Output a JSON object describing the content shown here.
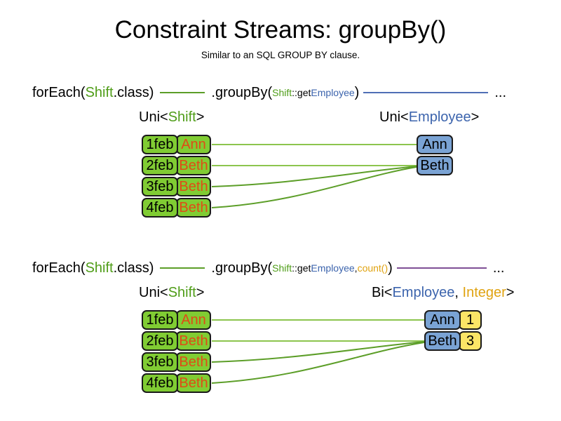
{
  "header": {
    "title": "Constraint Streams: groupBy()",
    "subtitle": "Similar to an SQL GROUP BY clause."
  },
  "colors": {
    "shift_green": "#80cc33",
    "employee_blue": "#7aa3d4",
    "integer_yellow": "#fbe566",
    "name_orange": "#e04b16",
    "text_green": "#4f9d18",
    "text_blue": "#3c64ad",
    "text_gold": "#e0a311",
    "link_green": "#5c9e28",
    "link_blue": "#4f6fb5",
    "link_purple": "#7f4f96"
  },
  "sections": [
    {
      "id": "groupby-single",
      "code": {
        "for_each": "forEach(",
        "for_each_type": "Shift",
        "for_each_suffix": ".class)",
        "group_by": ".groupBy(",
        "arg_class": "Shift",
        "arg_method": "::get",
        "arg_property": "Employee",
        "group_by_close": ")",
        "ellipsis": "..."
      },
      "left_type_label": {
        "prefix": "Uni<",
        "generic": "Shift",
        "suffix": ">"
      },
      "right_type_label": {
        "prefix": "Uni<",
        "generic": "Employee",
        "suffix": ">"
      },
      "shifts": [
        {
          "date": "1feb",
          "employee": "Ann"
        },
        {
          "date": "2feb",
          "employee": "Beth"
        },
        {
          "date": "3feb",
          "employee": "Beth"
        },
        {
          "date": "4feb",
          "employee": "Beth"
        }
      ],
      "groups": [
        {
          "employee": "Ann"
        },
        {
          "employee": "Beth"
        }
      ]
    },
    {
      "id": "groupby-count",
      "code": {
        "for_each": "forEach(",
        "for_each_type": "Shift",
        "for_each_suffix": ".class)",
        "group_by": ".groupBy(",
        "arg_class": "Shift",
        "arg_method": "::get",
        "arg_property": "Employee",
        "arg_separator": ", ",
        "arg_collector": "count()",
        "group_by_close": ")",
        "ellipsis": "..."
      },
      "left_type_label": {
        "prefix": "Uni<",
        "generic": "Shift",
        "suffix": ">"
      },
      "right_type_label": {
        "prefix": "Bi<",
        "generic": "Employee",
        "separator": ", ",
        "generic2": "Integer",
        "suffix": ">"
      },
      "shifts": [
        {
          "date": "1feb",
          "employee": "Ann"
        },
        {
          "date": "2feb",
          "employee": "Beth"
        },
        {
          "date": "3feb",
          "employee": "Beth"
        },
        {
          "date": "4feb",
          "employee": "Beth"
        }
      ],
      "groups": [
        {
          "employee": "Ann",
          "count": "1"
        },
        {
          "employee": "Beth",
          "count": "3"
        }
      ]
    }
  ]
}
